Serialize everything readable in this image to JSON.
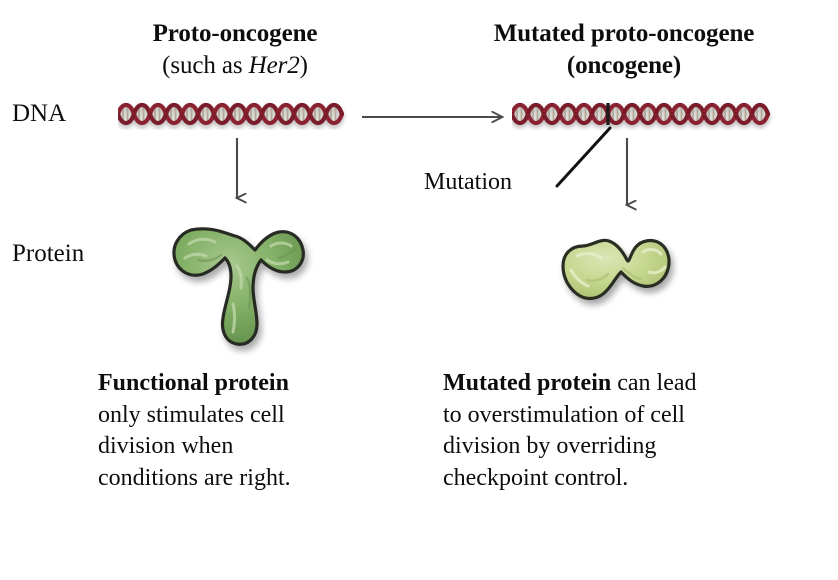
{
  "figure": {
    "row_labels": {
      "dna": "DNA",
      "protein": "Protein"
    },
    "columns": [
      {
        "id": "normal",
        "heading_line1": "Proto-oncogene",
        "heading_line2_prefix": "(such as ",
        "heading_line2_italic": "Her2",
        "heading_line2_suffix": ")",
        "heading_line2_bold": false,
        "caption_bold": "Functional protein",
        "caption_rest": " only stimulates cell division when conditions are right.",
        "caption_lines": [
          "Functional protein",
          "only stimulates cell",
          "division when",
          "conditions are right."
        ],
        "dna_color": "#8b2230",
        "dna_rung_color": "#b5a99c",
        "protein_color": "#7aab5e",
        "protein_shape": "tripod"
      },
      {
        "id": "mutated",
        "heading_line1": "Mutated proto-oncogene",
        "heading_line2_prefix": "(",
        "heading_line2_italic": "",
        "heading_line2_suffix": "oncogene)",
        "heading_line2_bold": true,
        "caption_bold": "Mutated protein",
        "caption_rest": " can lead to overstimulation of cell division by overriding checkpoint control.",
        "caption_lines": [
          "Mutated protein can lead",
          "to overstimulation of cell",
          "division by overriding",
          "checkpoint control."
        ],
        "dna_color": "#8b2230",
        "dna_rung_color": "#b5a99c",
        "protein_color": "#c3d48f",
        "protein_shape": "zigzag"
      }
    ],
    "annotations": {
      "mutation_label": "Mutation"
    },
    "arrows": {
      "transform_arrow": "horizontal-arrow-right",
      "normal_translation_arrow": "vertical-arrow-down",
      "mutated_translation_arrow": "vertical-arrow-down",
      "mutation_pointer": "leader-line"
    },
    "colors": {
      "arrow": "#4a4a4a",
      "leader_line": "#111111",
      "text": "#0d0d0d",
      "background": "#ffffff"
    }
  }
}
